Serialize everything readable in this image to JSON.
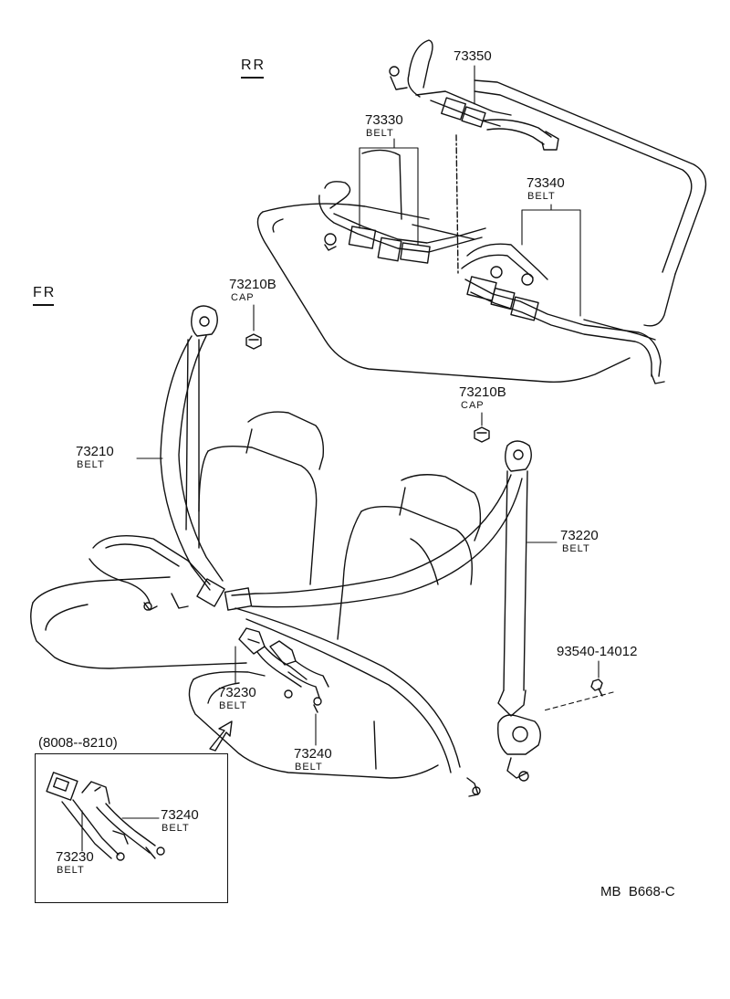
{
  "sections": {
    "rear": "RR",
    "front": "FR"
  },
  "parts": [
    {
      "id": "p73350",
      "number": "73350",
      "sub": ""
    },
    {
      "id": "p73330",
      "number": "73330",
      "sub": "BELT"
    },
    {
      "id": "p73340",
      "number": "73340",
      "sub": "BELT"
    },
    {
      "id": "p73210b_upper",
      "number": "73210B",
      "sub": "CAP"
    },
    {
      "id": "p73210b_lower",
      "number": "73210B",
      "sub": "CAP"
    },
    {
      "id": "p73210",
      "number": "73210",
      "sub": "BELT"
    },
    {
      "id": "p73220",
      "number": "73220",
      "sub": "BELT"
    },
    {
      "id": "p93540",
      "number": "93540-14012",
      "sub": ""
    },
    {
      "id": "p73230",
      "number": "73230",
      "sub": "BELT"
    },
    {
      "id": "p73240",
      "number": "73240",
      "sub": "BELT"
    }
  ],
  "inset": {
    "range": "(8008--8210)",
    "parts": [
      {
        "number": "73240",
        "sub": "BELT"
      },
      {
        "number": "73230",
        "sub": "BELT"
      }
    ]
  },
  "reference": "MB  B668-C"
}
